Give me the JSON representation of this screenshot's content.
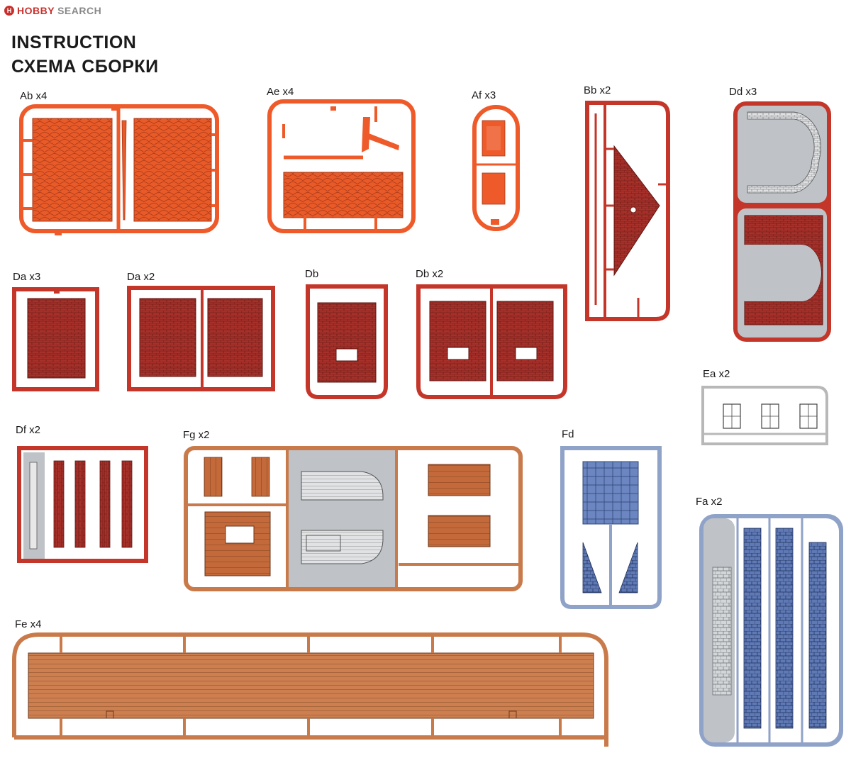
{
  "watermark": {
    "logo": "H",
    "brand": "HOBBY",
    "suffix": "SEARCH"
  },
  "title": {
    "line1": "INSTRUCTION",
    "line2": "СХЕМА СБОРКИ"
  },
  "sprues": {
    "ab": {
      "label": "Ab x4"
    },
    "ae": {
      "label": "Ae x4"
    },
    "af": {
      "label": "Af x3"
    },
    "bb": {
      "label": "Bb x2"
    },
    "dd": {
      "label": "Dd x3"
    },
    "da3": {
      "label": "Da x3"
    },
    "da2": {
      "label": "Da x2"
    },
    "db": {
      "label": "Db"
    },
    "db2": {
      "label": "Db x2"
    },
    "ea": {
      "label": "Ea x2"
    },
    "df": {
      "label": "Df x2"
    },
    "fg": {
      "label": "Fg x2"
    },
    "fd": {
      "label": "Fd"
    },
    "fa": {
      "label": "Fa x2"
    },
    "fe": {
      "label": "Fe x4"
    }
  },
  "colors": {
    "orange": "#ee5a2a",
    "orangeTile": "#e85a28",
    "brick": "#c4362a",
    "brickPart": "#a8302a",
    "grey": "#bfc3c7",
    "tan": "#c97a4a",
    "tanPart": "#b8673a",
    "blue": "#8fa2c8",
    "bluePart": "#5f79b5",
    "white": "#f2f2f2"
  }
}
